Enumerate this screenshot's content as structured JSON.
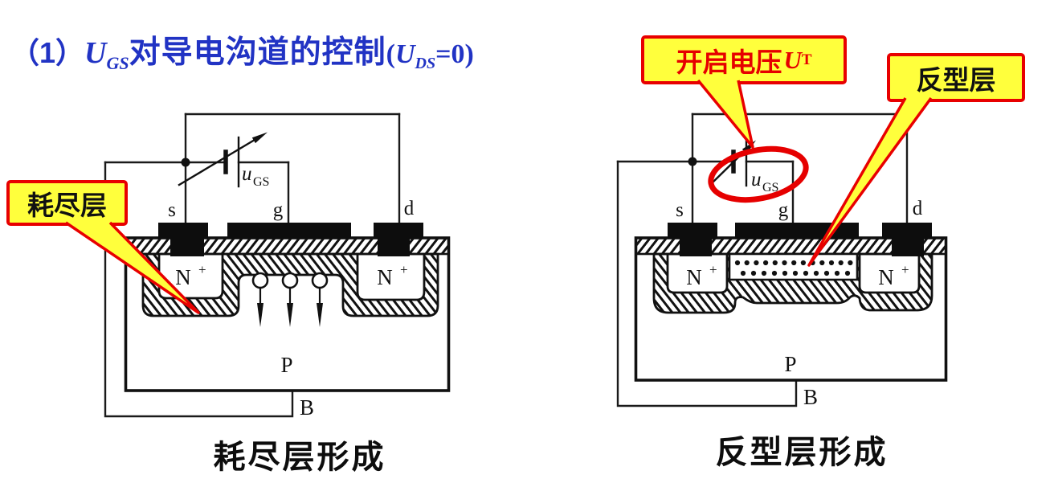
{
  "title": {
    "index": "（1）",
    "var1": "U",
    "var1_sub": "GS",
    "text": "对导电沟道的控制",
    "tail_open": "(",
    "var2": "U",
    "var2_sub": "DS",
    "tail_close": "=0)"
  },
  "colors": {
    "title_blue": "#2133C4",
    "accent_red": "#E80000",
    "callout_yellow": "#FFFF3C",
    "ink": "#111111"
  },
  "shared_labels": {
    "source": "s",
    "gate": "g",
    "drain": "d",
    "voltage_u": "u",
    "voltage_sub": "GS",
    "nplus_n": "N",
    "nplus_sup": "+",
    "substrate": "P",
    "bulk": "B"
  },
  "left_diagram": {
    "callout_depletion": "耗尽层",
    "caption": "耗尽层形成"
  },
  "right_diagram": {
    "callout_threshold_text": "开启电压",
    "callout_threshold_var": "U",
    "callout_threshold_sub": "T",
    "callout_inversion": "反型层",
    "caption": "反型层形成"
  }
}
